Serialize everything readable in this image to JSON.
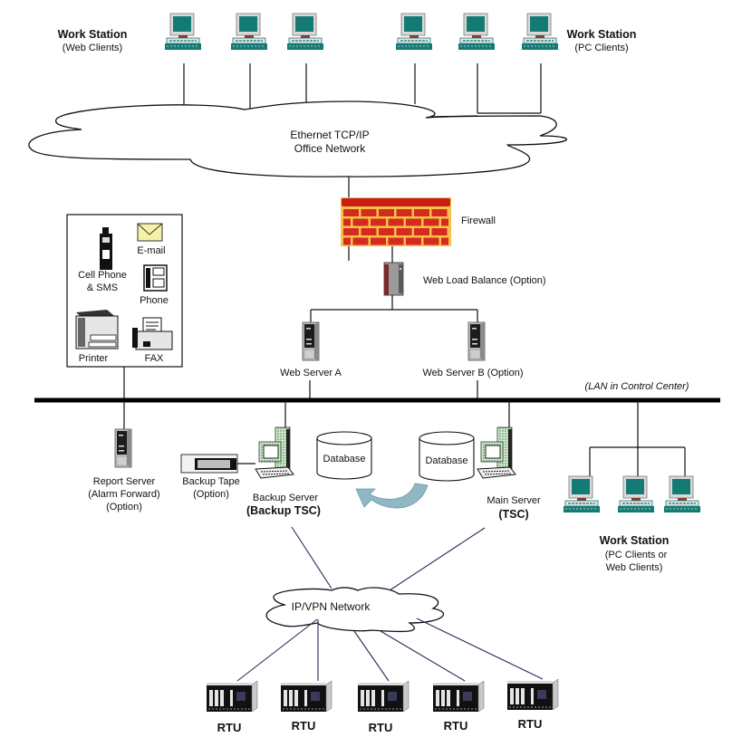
{
  "top_left_workstations": {
    "title": "Work Station",
    "subtitle": "(Web Clients)",
    "count": 3
  },
  "top_right_workstations": {
    "title": "Work Station",
    "subtitle": "(PC Clients)",
    "count": 3
  },
  "office_network": {
    "line1": "Ethernet TCP/IP",
    "line2": "Office Network"
  },
  "firewall": {
    "label": "Firewall",
    "colors": {
      "brick": "#d62a1f",
      "mortar": "#f5c24a",
      "top": "#c81e14"
    }
  },
  "load_balancer": {
    "label": "Web Load Balance (Option)"
  },
  "web_servers": [
    {
      "label": "Web Server A"
    },
    {
      "label": "Web Server B (Option)"
    }
  ],
  "notification_box": {
    "items": [
      {
        "icon": "cell-phone-icon",
        "line1": "Cell Phone",
        "line2": "& SMS"
      },
      {
        "icon": "email-icon",
        "line1": "E-mail"
      },
      {
        "icon": "phone-icon",
        "line1": "Phone"
      },
      {
        "icon": "printer-icon",
        "line1": "Printer"
      },
      {
        "icon": "fax-icon",
        "line1": "FAX"
      }
    ]
  },
  "lan": {
    "label": "(LAN in Control Center)"
  },
  "report_server": {
    "line1": "Report Server",
    "line2": "(Alarm Forward)",
    "line3": "(Option)"
  },
  "backup_tape": {
    "line1": "Backup Tape",
    "line2": "(Option)"
  },
  "backup_server": {
    "line1": "Backup Server",
    "line2": "(Backup TSC)"
  },
  "databases": [
    {
      "label": "Database"
    },
    {
      "label": "Database"
    }
  ],
  "main_server": {
    "line1": "Main Server",
    "line2": "(TSC)"
  },
  "control_workstations": {
    "title": "Work Station",
    "line1": "(PC Clients or",
    "line2": "Web Clients)",
    "count": 3
  },
  "vpn_network": {
    "label": "IP/VPN Network"
  },
  "rtus": [
    {
      "label": "RTU"
    },
    {
      "label": "RTU"
    },
    {
      "label": "RTU"
    },
    {
      "label": "RTU"
    },
    {
      "label": "RTU"
    }
  ],
  "colors": {
    "screen": "#147a74",
    "monitor": "#d9d9d9",
    "arrow": "#8fb8c4"
  }
}
